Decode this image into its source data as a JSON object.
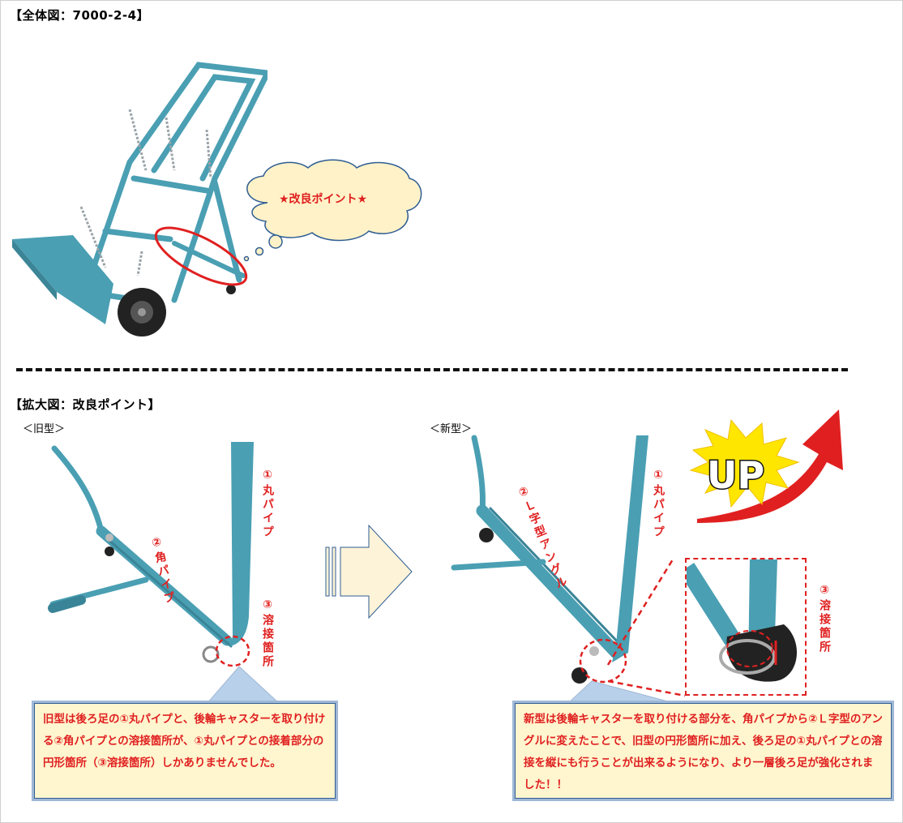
{
  "header_top": "【全体図：7000-2-4】",
  "cloud_label": "★改良ポイント★",
  "header_detail": "【拡大図：改良ポイント】",
  "old": {
    "label": "＜旧型＞",
    "pipe_label": "①丸パイプ",
    "square_label": "②角パイプ",
    "weld_label": "③溶接箇所",
    "note": "旧型は後ろ足の①丸パイプと、後輪キャスターを取り付ける②角パイプとの溶接箇所が、①丸パイプとの接着部分の円形箇所（③溶接箇所）しかありませんでした。"
  },
  "new": {
    "label": "＜新型＞",
    "angle_label": "②Ｌ字型アングル",
    "pipe_label": "①丸パイプ",
    "weld_label": "③溶接箇所",
    "note": "新型は後輪キャスターを取り付ける部分を、角パイプから②Ｌ字型のアングルに変えたことで、旧型の円形箇所に加え、後ろ足の①丸パイプとの溶接を縦にも行うことが出来るようになり、より一層後ろ足が強化されました！！"
  },
  "up_badge": "UP",
  "colors": {
    "frame": "#4a9fb3",
    "accent": "#e02020",
    "note_bg": "#fff5cf",
    "arrow_fill": "#fdf3d8"
  }
}
